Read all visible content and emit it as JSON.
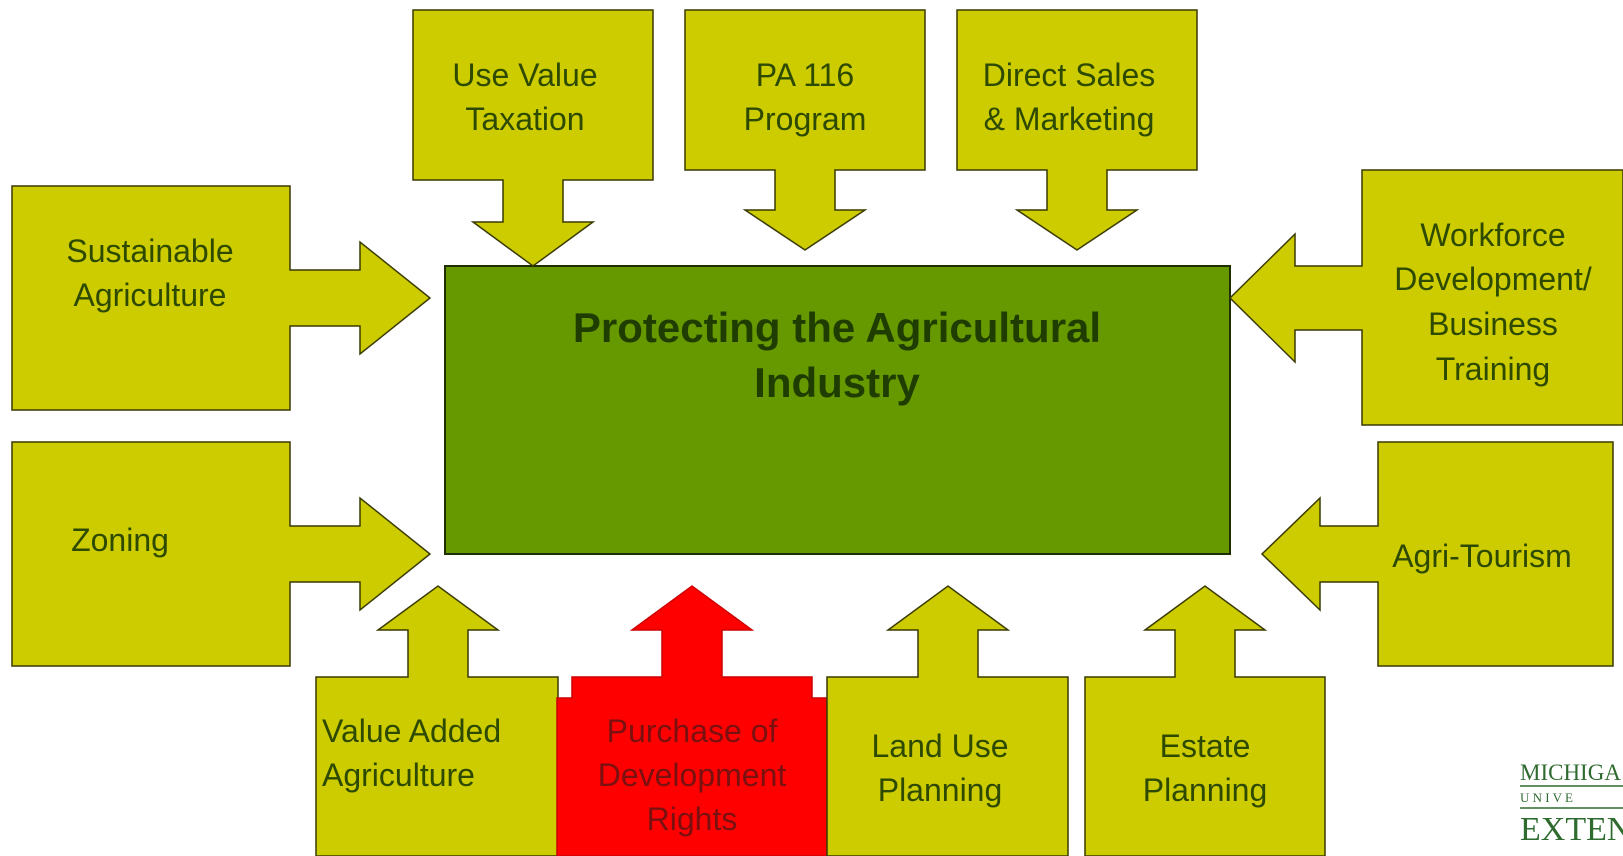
{
  "center": {
    "title_line1": "Protecting the Agricultural",
    "title_line2": "Industry",
    "color": "#669900"
  },
  "colors": {
    "callout": "#cccc00",
    "highlight": "#ff0000"
  },
  "callouts": {
    "use_value_taxation": [
      "Use Value",
      "Taxation"
    ],
    "pa116": [
      "PA 116",
      "Program"
    ],
    "direct_sales": [
      "Direct Sales",
      "& Marketing"
    ],
    "sustainable_ag": [
      "Sustainable",
      "Agriculture"
    ],
    "workforce": [
      "Workforce",
      "Development/",
      "Business",
      "Training"
    ],
    "zoning": [
      "Zoning"
    ],
    "agri_tourism": [
      "Agri-Tourism"
    ],
    "value_added": [
      "Value Added",
      "Agriculture"
    ],
    "pdr": [
      "Purchase of",
      "Development",
      "Rights"
    ],
    "land_use": [
      "Land Use",
      "Planning"
    ],
    "estate": [
      "Estate",
      "Planning"
    ]
  },
  "highlighted_item": "pdr",
  "logo": {
    "line1": "MICHIGA",
    "line2": "U N I V E",
    "line3": "EXTEN"
  }
}
